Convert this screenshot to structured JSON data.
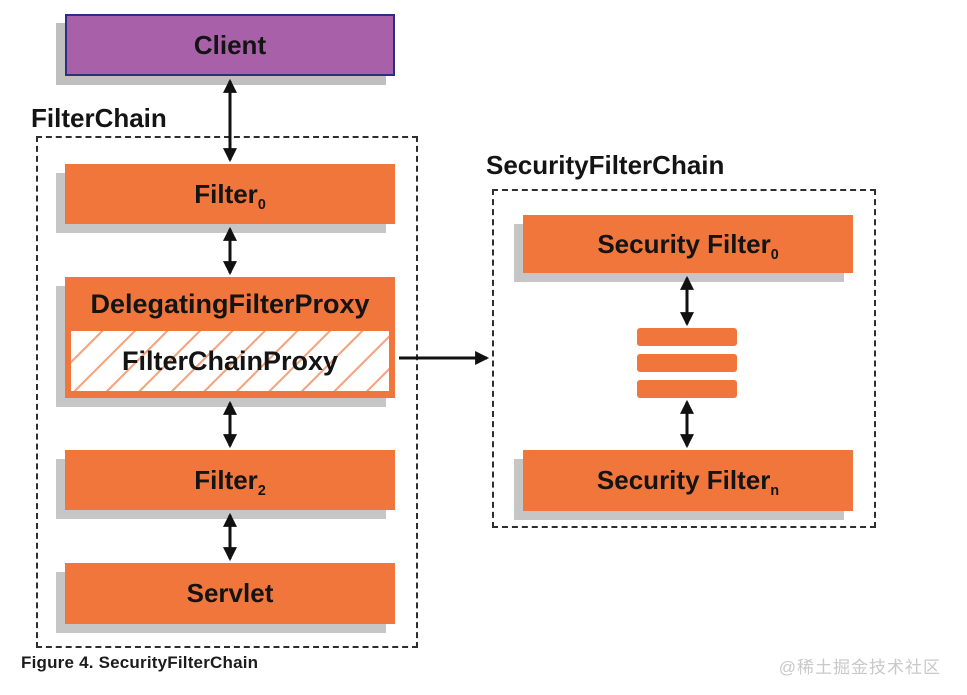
{
  "client": {
    "label": "Client"
  },
  "filter_chain": {
    "title": "FilterChain",
    "filter0": {
      "base": "Filter",
      "sub": "0"
    },
    "delegating_filter_proxy": {
      "label": "DelegatingFilterProxy"
    },
    "filter_chain_proxy": {
      "label": "FilterChainProxy"
    },
    "filter2": {
      "base": "Filter",
      "sub": "2"
    },
    "servlet": {
      "label": "Servlet"
    }
  },
  "security_filter_chain": {
    "title": "SecurityFilterChain",
    "security_filter0": {
      "base": "Security Filter",
      "sub": "0"
    },
    "security_filtern": {
      "base": "Security Filter",
      "sub": "n"
    }
  },
  "caption": "Figure 4. SecurityFilterChain",
  "watermark": "@稀土掘金技术社区",
  "colors": {
    "node_orange": "#F0763C",
    "client_purple": "#A860A8",
    "client_border": "#2B2E83",
    "shadow_gray": "#8c8c8c",
    "dashed_border": "#2e2e2e",
    "arrow_black": "#111111",
    "watermark_gray": "#c9c9c9"
  }
}
